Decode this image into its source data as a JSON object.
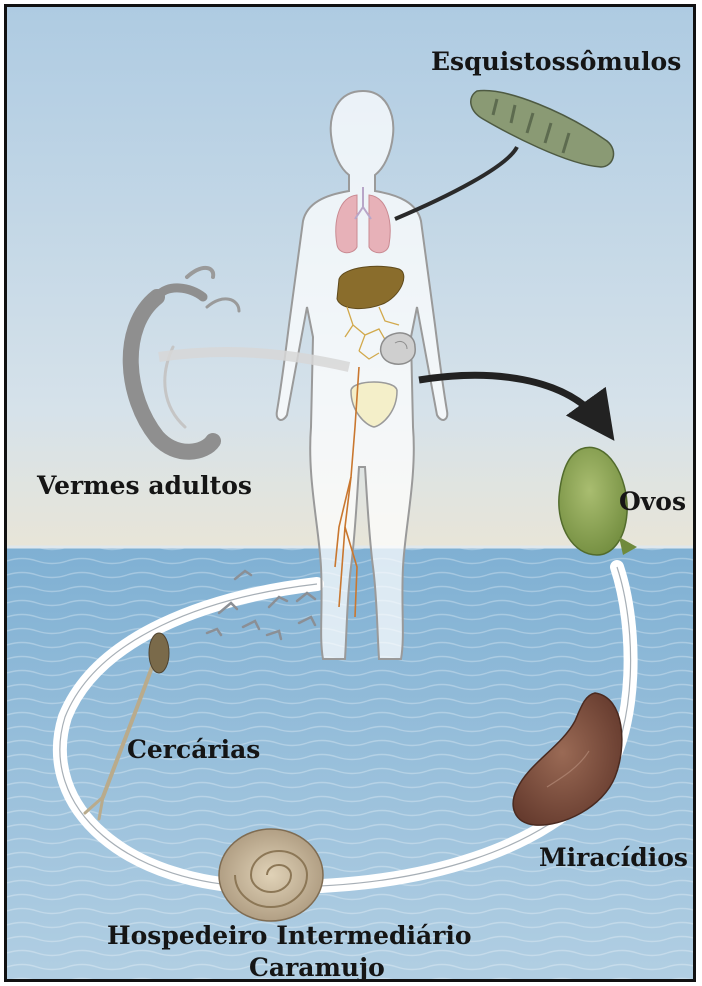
{
  "labels": {
    "esquistossomulos": "Esquistossômulos",
    "vermes_adultos": "Vermes adultos",
    "ovos": "Ovos",
    "cercarias": "Cercárias",
    "miracidios": "Miracídios",
    "hospedeiro_line1": "Hospedeiro Intermediário",
    "hospedeiro_line2": "Caramujo"
  },
  "colors": {
    "sky_top": "#aecbe2",
    "sky_bottom": "#e9e7dc",
    "water_top": "#7fb0d3",
    "water_bottom": "#a9c9df",
    "cycle_ring": "#ffffff",
    "arrow": "#222222",
    "body_outline": "#9a9a9a",
    "liver": "#8a6d2c",
    "lungs": "#e7b1b8",
    "veins": "#c9772f",
    "egg": "#8ea65a",
    "miracidium": "#7d4a3c",
    "snail": "#c9b79a",
    "worm": "#8f8f8f"
  },
  "icons": [
    "human-body-figure",
    "lungs-organ",
    "liver-organ",
    "intestine-organ",
    "bladder-organ",
    "schistosomulum-larva",
    "adult-worm-pair",
    "egg",
    "miracidium",
    "snail-shell",
    "cercaria"
  ]
}
